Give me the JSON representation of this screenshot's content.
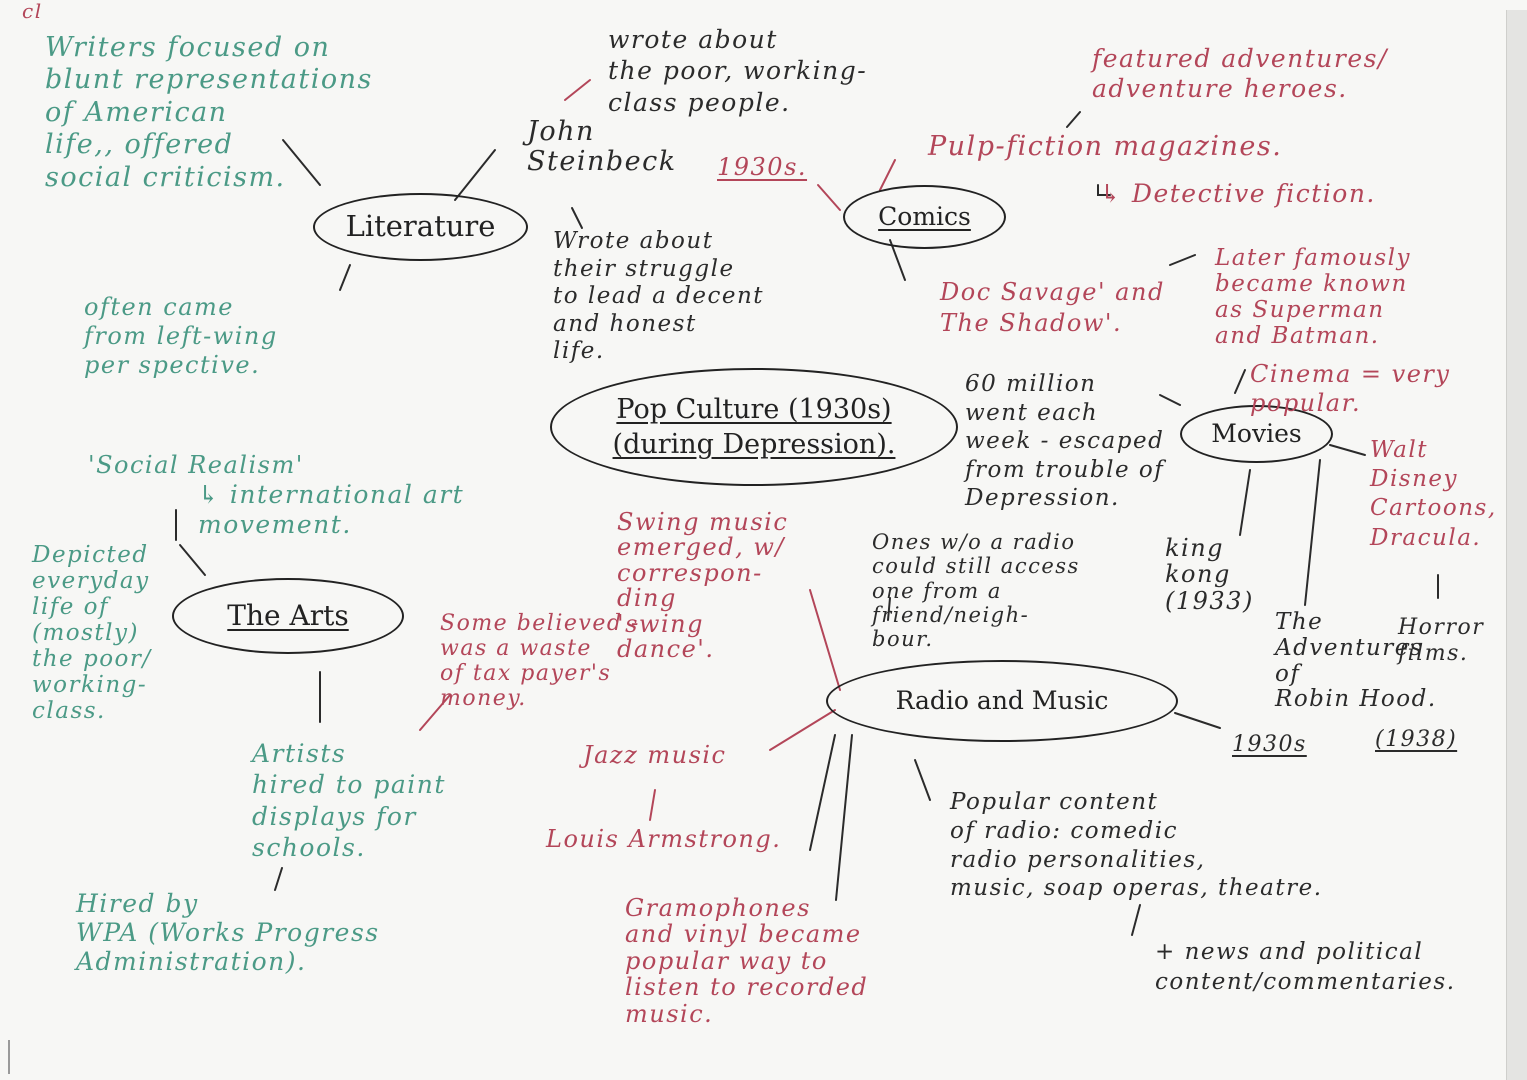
{
  "corner_mark": "cl",
  "center": {
    "line1": "Pop Culture (1930s)",
    "line2": "(during Depression)."
  },
  "literature": {
    "label": "Literature",
    "writers_note": "Writers focused on\nblunt representations\nof American\nlife,, offered\nsocial criticism.",
    "left_wing_note": "often came\nfrom left-wing\nper spective.",
    "steinbeck": "John\nSteinbeck",
    "steinbeck_year": "1930s.",
    "wrote_about_poor": "wrote about\nthe poor, working-\nclass people.",
    "wrote_about_struggle": "Wrote about\ntheir struggle\nto lead a decent\nand honest\nlife."
  },
  "comics": {
    "label": "Comics",
    "featured_note": "featured adventures/\nadventure heroes.",
    "pulp_fiction": "Pulp-fiction magazines.",
    "detective_fiction": "↳ Detective fiction.",
    "doc_savage": "Doc Savage' and\nThe Shadow'.",
    "later_known": "Later famously\nbecame known\nas Superman\nand Batman."
  },
  "movies": {
    "label": "Movies",
    "sixty_million": "60 million\nwent each\nweek - escaped\nfrom trouble of\nDepression.",
    "cinema": "Cinema = very\npopular.",
    "walt_disney": "Walt\nDisney\nCartoons,\nDracula.",
    "king_kong": "king\nkong\n(1933)",
    "horror_films": "Horror\nfilms.",
    "robin_hood": "The\nAdventures\nof\nRobin Hood.",
    "robin_hood_year": "(1938)",
    "year_1930s": "1930s"
  },
  "radio_music": {
    "label": "Radio and Music",
    "swing_music": "Swing music\nemerged, w/\ncorrespon-\nding\n'swing\ndance'.",
    "some_believed": "Some believed -\nwas a waste\nof tax payer's\nmoney.",
    "jazz_music": "Jazz music",
    "louis_armstrong": "Louis Armstrong.",
    "gramophones": "Gramophones\nand vinyl became\npopular way to\nlisten to recorded\nmusic.",
    "ones_without_radio": "Ones w/o a radio\ncould still access\none from a\nfriend/neigh-\nbour.",
    "popular_content": "Popular content\nof radio: comedic\nradio personalities,\nmusic, soap operas, theatre.",
    "news": "+ news and political\ncontent/commentaries."
  },
  "the_arts": {
    "label": "The Arts",
    "social_realism": "'Social Realism'",
    "international_art": "↳ international art\nmovement.",
    "depicted": "Depicted\neveryday\nlife of\n(mostly)\nthe poor/\nworking-\nclass.",
    "artists_hired": "Artists\nhired to paint\ndisplays for\nschools.",
    "hired_by_wpa": "Hired by\nWPA (Works Progress\nAdministration)."
  },
  "colors": {
    "ink": "#2b2b2b",
    "green_ink": "#4b9a86",
    "red_ink": "#b34659",
    "paper": "#f7f7f5"
  }
}
